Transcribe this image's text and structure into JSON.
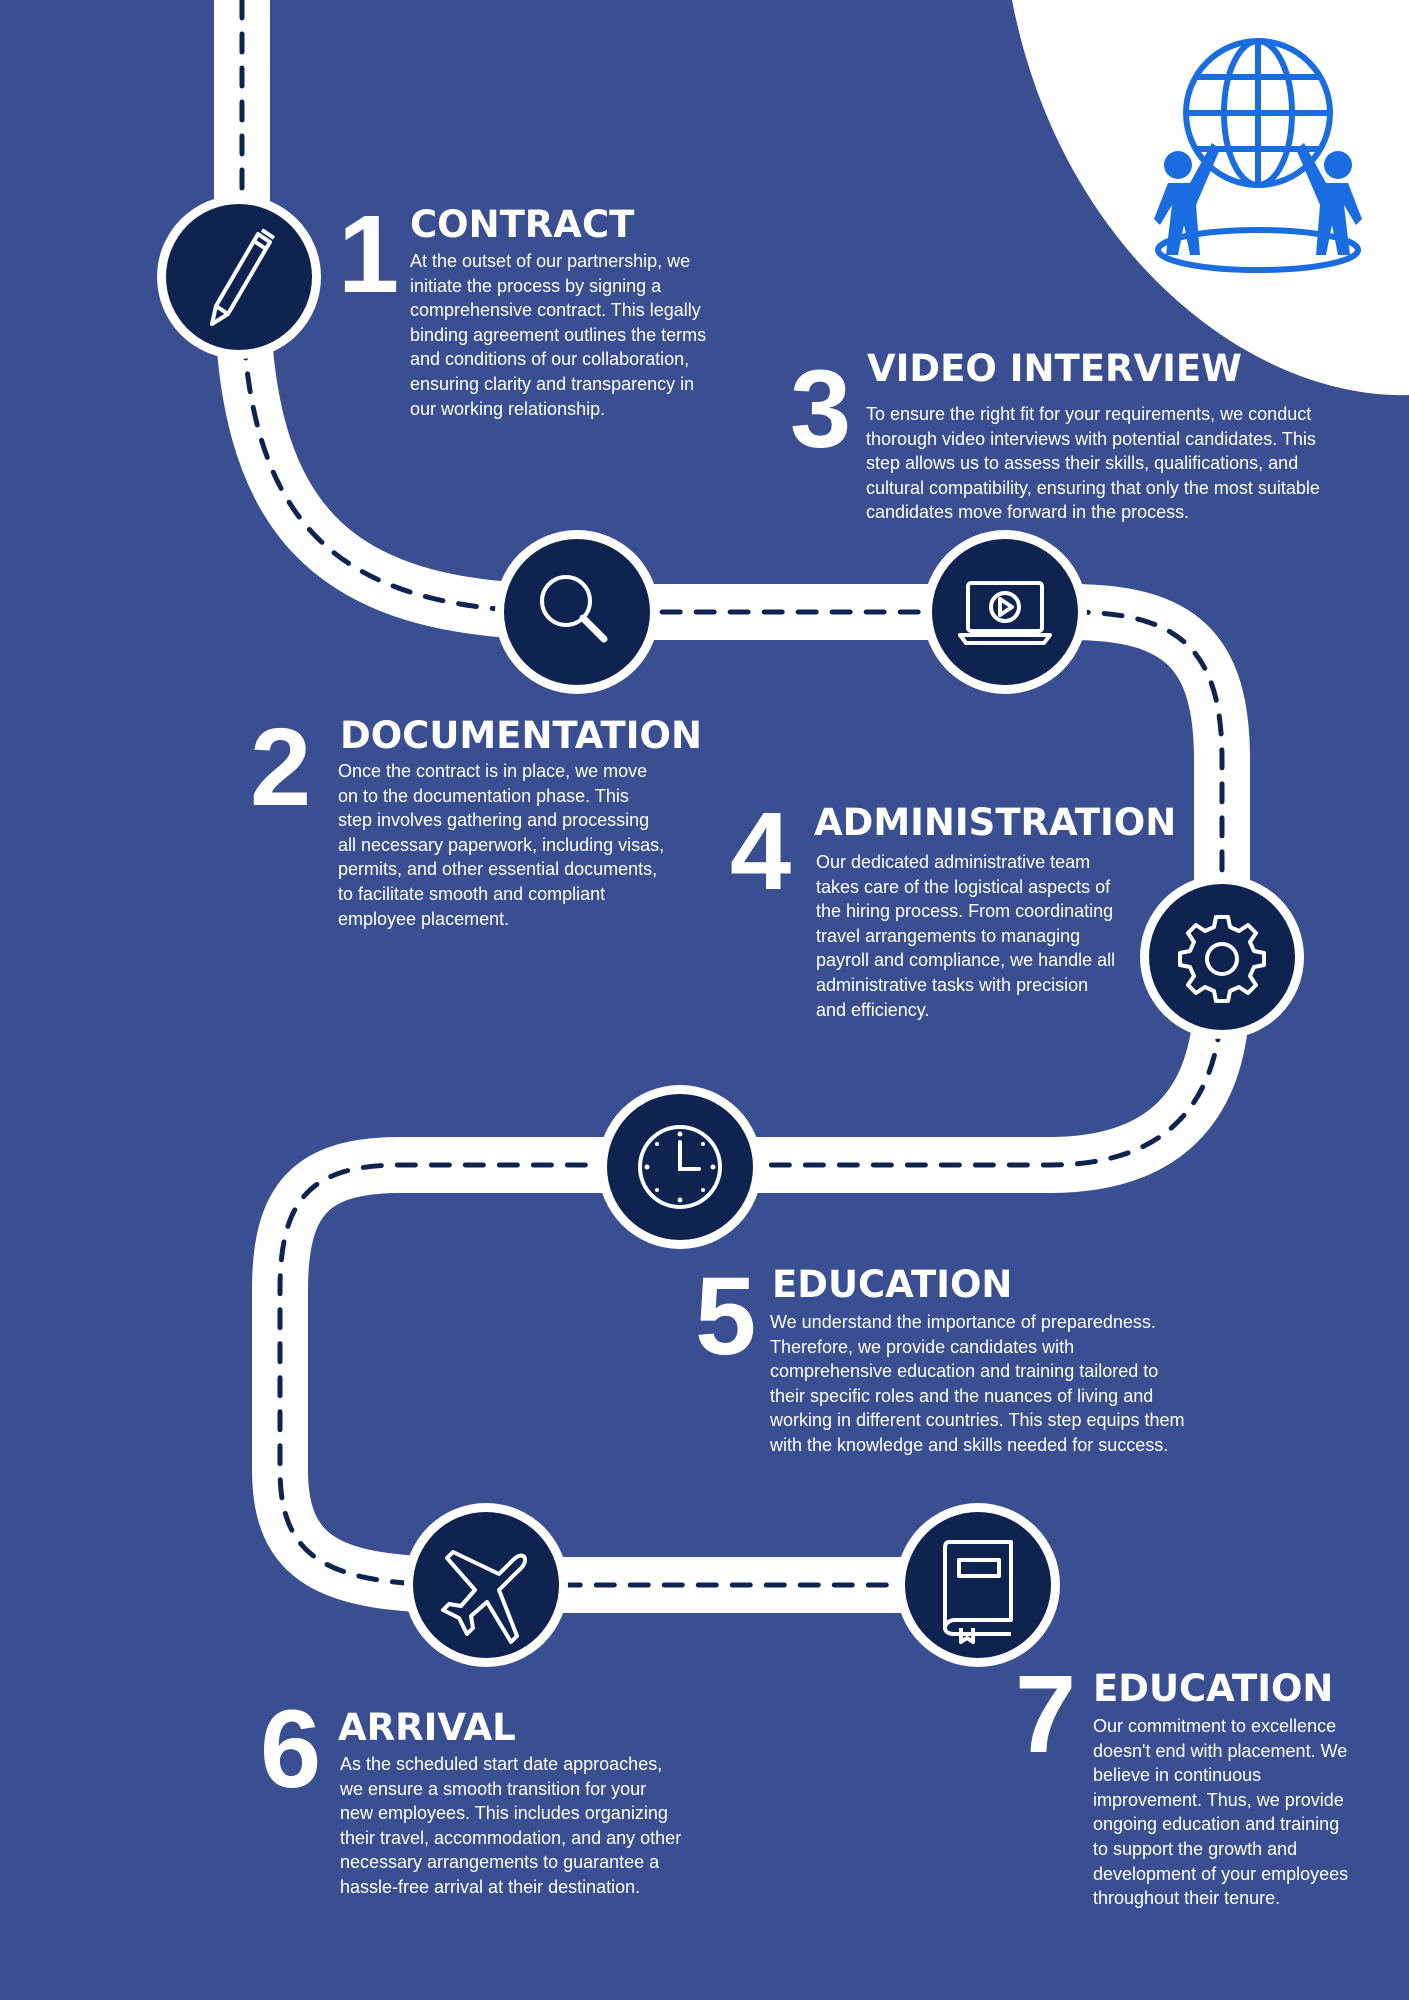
{
  "colors": {
    "background": "#3a4f91",
    "road": "#ffffff",
    "node": "#0f2350",
    "logo": "#1a6de0"
  },
  "logo": {
    "icon": "globe-with-people-icon"
  },
  "steps": [
    {
      "number": "1",
      "title": "CONTRACT",
      "icon": "pencil-icon",
      "description": "At the outset of our partnership, we\ninitiate the process by signing a\ncomprehensive contract. This legally\nbinding agreement outlines the terms\nand conditions of our collaboration,\nensuring clarity and transparency in\nour working relationship."
    },
    {
      "number": "2",
      "title": "DOCUMENTATION",
      "icon": "magnifier-icon",
      "description": " Once the contract is in place, we move\non to the documentation phase. This\nstep involves gathering and processing\nall necessary paperwork, including visas,\npermits, and other essential documents,\nto facilitate smooth and compliant\nemployee placement."
    },
    {
      "number": "3",
      "title": "VIDEO INTERVIEW",
      "icon": "laptop-video-icon",
      "description": " To ensure the right fit for your requirements, we conduct\nthorough video interviews with potential candidates. This\nstep allows us to assess their skills, qualifications, and\ncultural compatibility, ensuring that only the most suitable\ncandidates move forward in the process."
    },
    {
      "number": "4",
      "title": "ADMINISTRATION",
      "icon": "gear-icon",
      "description": " Our dedicated administrative team\ntakes care of the logistical aspects of\nthe hiring process. From coordinating\ntravel arrangements to managing\npayroll and compliance, we handle all\nadministrative tasks with precision\nand efficiency."
    },
    {
      "number": "5",
      "title": "EDUCATION",
      "icon": "clock-icon",
      "description": " We understand the importance of preparedness.\nTherefore, we provide candidates with\ncomprehensive education and training tailored to\ntheir specific roles and the nuances of living and\nworking in different countries. This step equips them\nwith the knowledge and skills needed for success."
    },
    {
      "number": "6",
      "title": "ARRIVAL",
      "icon": "airplane-icon",
      "description": "As the scheduled start date approaches,\nwe ensure a smooth transition for your\nnew employees. This includes organizing\ntheir travel, accommodation, and any other\nnecessary arrangements to guarantee a\nhassle-free arrival at their destination."
    },
    {
      "number": "7",
      "title": "EDUCATION",
      "icon": "book-icon",
      "description": " Our commitment to excellence\ndoesn't end with placement. We\nbelieve in continuous\nimprovement. Thus, we provide\nongoing education and training\nto support the growth and\ndevelopment of your employees\nthroughout their tenure."
    }
  ]
}
